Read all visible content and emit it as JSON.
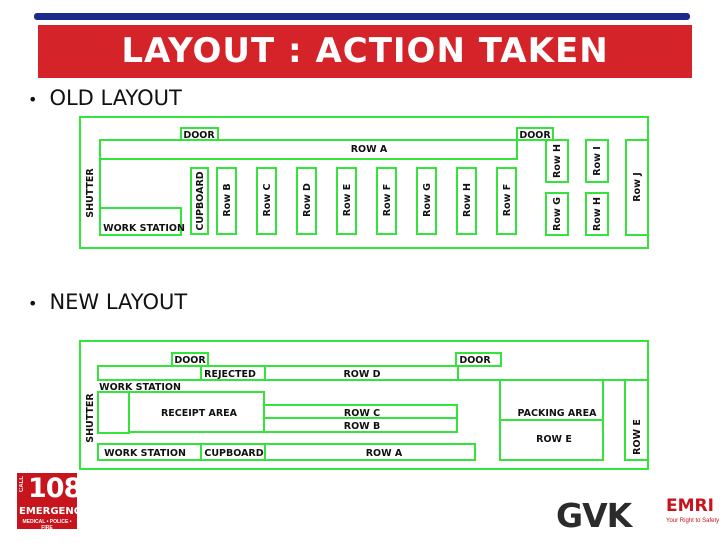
{
  "title": "LAYOUT : ACTION TAKEN",
  "bullets": {
    "old": "OLD LAYOUT",
    "new": "NEW LAYOUT"
  },
  "bullet_glyph": "•",
  "colors": {
    "title_bg": "#d5232a",
    "topbar": "#1b2a8c",
    "outline": "#33e53a"
  },
  "old_layout": {
    "door_left": "DOOR",
    "door_right": "DOOR",
    "row_a": "ROW A",
    "shutter": "SHUTTER",
    "work_station": "WORK STATION",
    "cupboard": "CUPBOARD",
    "rows": [
      "Row B",
      "Row C",
      "Row D",
      "Row E",
      "Row F",
      "Row G",
      "Row H",
      "Row F"
    ],
    "row_h_top": "Row H",
    "row_i": "Row I",
    "row_g_bottom": "Row G",
    "row_h_bottom": "Row H",
    "row_j": "Row J"
  },
  "new_layout": {
    "door_left": "DOOR",
    "door_right": "DOOR",
    "rejected": "REJECTED",
    "row_d": "ROW D",
    "work_station_top": "WORK STATION",
    "shutter": "SHUTTER",
    "receipt_area": "RECEIPT AREA",
    "row_c": "ROW C",
    "row_b": "ROW B",
    "packing_area": "PACKING AREA",
    "row_e_mid": "ROW E",
    "row_e_side": "ROW E",
    "work_station_bottom": "WORK STATION",
    "cupboard": "CUPBOARD",
    "row_a": "ROW A"
  },
  "logos": {
    "left": {
      "side": "CALL",
      "number": "108",
      "word": "EMERGENCY",
      "tagline": "MEDICAL • POLICE • FIRE"
    },
    "right": {
      "brand": "GVK",
      "name": "EMRI",
      "tagline": "Your Right to Safety"
    }
  }
}
